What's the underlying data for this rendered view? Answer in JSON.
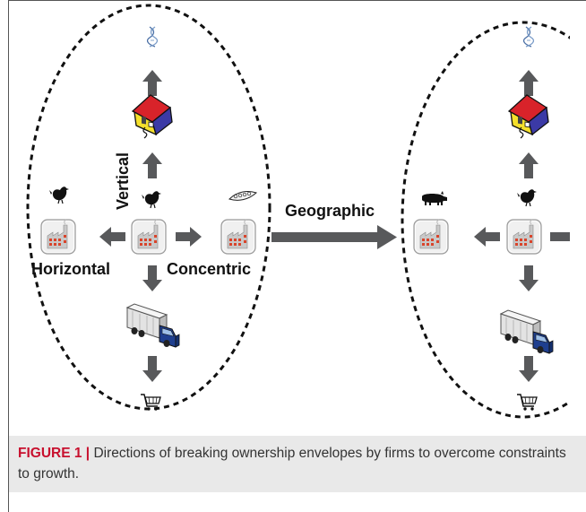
{
  "diagram": {
    "labels": {
      "vertical": "Vertical",
      "horizontal": "Horizontal",
      "concentric": "Concentric",
      "geographic": "Geographic"
    },
    "icons": [
      "dna-icon",
      "house-icon",
      "chicken-icon",
      "factory-icon",
      "peapod-icon",
      "truck-icon",
      "shopping-cart-icon",
      "pig-icon"
    ]
  },
  "caption": {
    "figure_label": "FIGURE 1 |",
    "text": " Directions of breaking ownership envelopes by firms to overcome constraints to growth."
  },
  "colors": {
    "arrow": "#58595b",
    "caption_background": "#e9e9e9",
    "figure_label": "#c8102e"
  }
}
